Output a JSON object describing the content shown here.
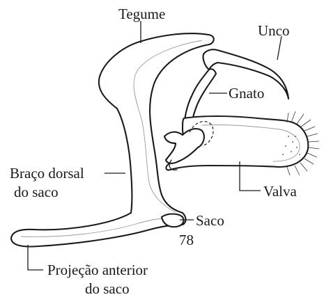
{
  "figure_number": "78",
  "labels": {
    "tegume": "Tegume",
    "unco": "Unco",
    "gnato": "Gnato",
    "braco_dorsal_line1": "Braço dorsal",
    "braco_dorsal_line2": "do saco",
    "valva": "Valva",
    "saco": "Saco",
    "projecao_line1": "Projeção anterior",
    "projecao_line2": "do saco"
  }
}
